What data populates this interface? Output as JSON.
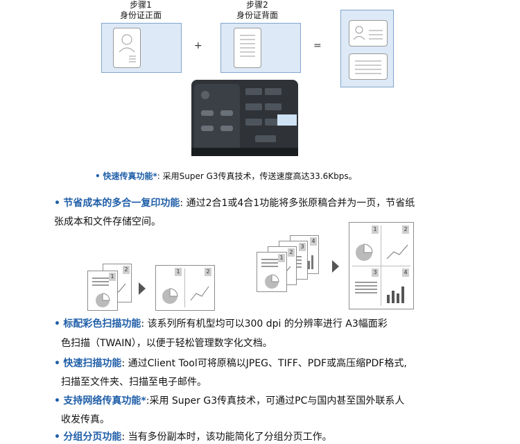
{
  "id_copy": {
    "step1": {
      "line1": "步骤1",
      "line2": "身份证正面"
    },
    "step2": {
      "line1": "步骤2",
      "line2": "身份证背面"
    },
    "plus": "+",
    "equals": "="
  },
  "fax_bullet": {
    "label": "快速传真功能*",
    "text": ": 采用Super G3传真技术，传送速度高达33.6Kbps。"
  },
  "features": [
    {
      "label": "节省成本的多合一复印功能",
      "line1": ": 通过2合1或4合1功能将多张原稿合并为一页，节省纸",
      "line2": "张成本和文件存储空间。"
    },
    {
      "label": "标配彩色扫描功能",
      "line1": ": 该系列所有机型均可以300 dpi 的分辨率进行 A3幅面彩",
      "line2": "色扫描（TWAIN），以便于轻松管理数字化文档。"
    },
    {
      "label": "快速扫描功能",
      "line1": ": 通过Client Tool可将原稿以JPEG、TIFF、PDF或高压缩PDF格式,",
      "line2": "扫描至文件夹、扫描至电子邮件。"
    },
    {
      "label": "支持网络传真功能*",
      "line1": ":采用 Super G3传真技术，可通过PC与国内甚至国外联系人",
      "line2": "收发传真。"
    },
    {
      "label": "分组分页功能",
      "line1": ": 当有多份副本时，该功能简化了分组分页工作。",
      "line2": ""
    }
  ],
  "page_numbers": [
    "1",
    "2",
    "3",
    "4"
  ]
}
